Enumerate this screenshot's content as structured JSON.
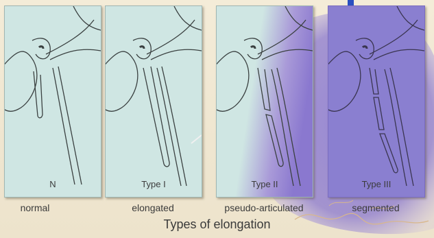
{
  "figure": {
    "title": "Types of elongation",
    "panels": [
      {
        "label": "N",
        "caption": "normal",
        "tint": "#cfe6e3"
      },
      {
        "label": "Type I",
        "caption": "elongated",
        "tint": "#cfe6e3"
      },
      {
        "label": "Type II",
        "caption": "pseudo-articulated",
        "tint": "#cfe6e3"
      },
      {
        "label": "Type III",
        "caption": "segmented",
        "tint": "#8a7fd0"
      }
    ],
    "colors": {
      "panel_tint": "#cfe6e3",
      "overlay_purple": "#8470cc",
      "background": "#f1e9d4",
      "accent_blue": "#2a4fc0"
    }
  }
}
